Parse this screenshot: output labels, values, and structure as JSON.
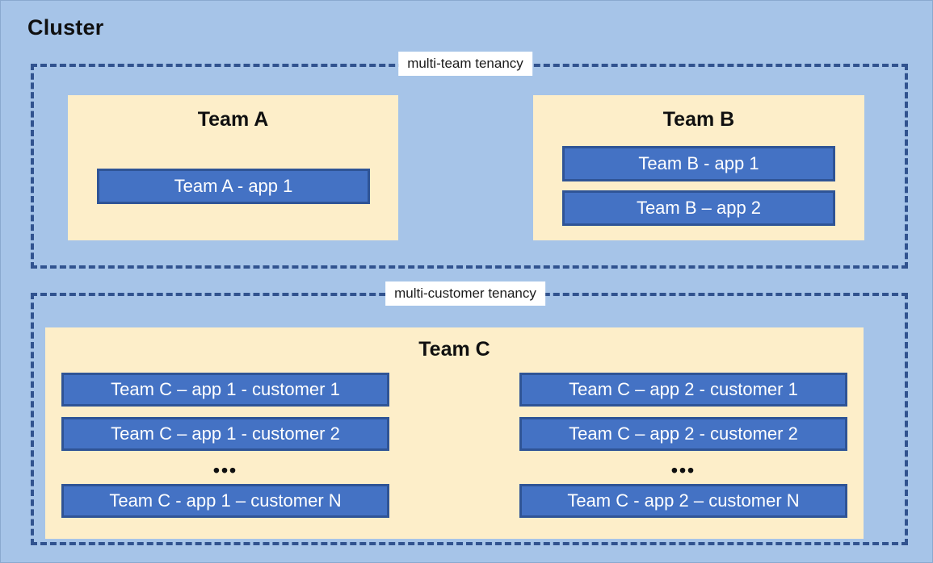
{
  "diagram": {
    "title": "Cluster",
    "background_color": "#a6c4e8",
    "zones": [
      {
        "id": "multi-team",
        "label": "multi-team tenancy",
        "border_color": "#31538f",
        "border_style": "dashed"
      },
      {
        "id": "multi-customer",
        "label": "multi-customer tenancy",
        "border_color": "#31538f",
        "border_style": "dashed"
      }
    ],
    "teams": [
      {
        "id": "team-a",
        "title": "Team A",
        "container_color": "#fdeec9",
        "apps": [
          {
            "label": "Team A - app 1"
          }
        ]
      },
      {
        "id": "team-b",
        "title": "Team B",
        "container_color": "#fdeec9",
        "apps": [
          {
            "label": "Team B - app 1"
          },
          {
            "label": "Team B – app 2"
          }
        ]
      },
      {
        "id": "team-c",
        "title": "Team C",
        "container_color": "#fdeec9",
        "columns": [
          {
            "id": "team-c-app-1",
            "apps": [
              {
                "label": "Team C – app 1 - customer 1"
              },
              {
                "label": "Team C – app 1 - customer 2"
              }
            ],
            "ellipsis": "•••",
            "apps_after": [
              {
                "label": "Team C - app 1 – customer N"
              }
            ]
          },
          {
            "id": "team-c-app-2",
            "apps": [
              {
                "label": "Team C – app 2 - customer 1"
              },
              {
                "label": "Team C – app 2 - customer 2"
              }
            ],
            "ellipsis": "•••",
            "apps_after": [
              {
                "label": "Team C - app 2 – customer N"
              }
            ]
          }
        ]
      }
    ],
    "colors": {
      "app_fill": "#4472c4",
      "app_border": "#2f5496",
      "team_fill": "#fdeec9",
      "zone_border": "#31538f",
      "canvas": "#a6c4e8",
      "label_bg": "#ffffff"
    }
  }
}
